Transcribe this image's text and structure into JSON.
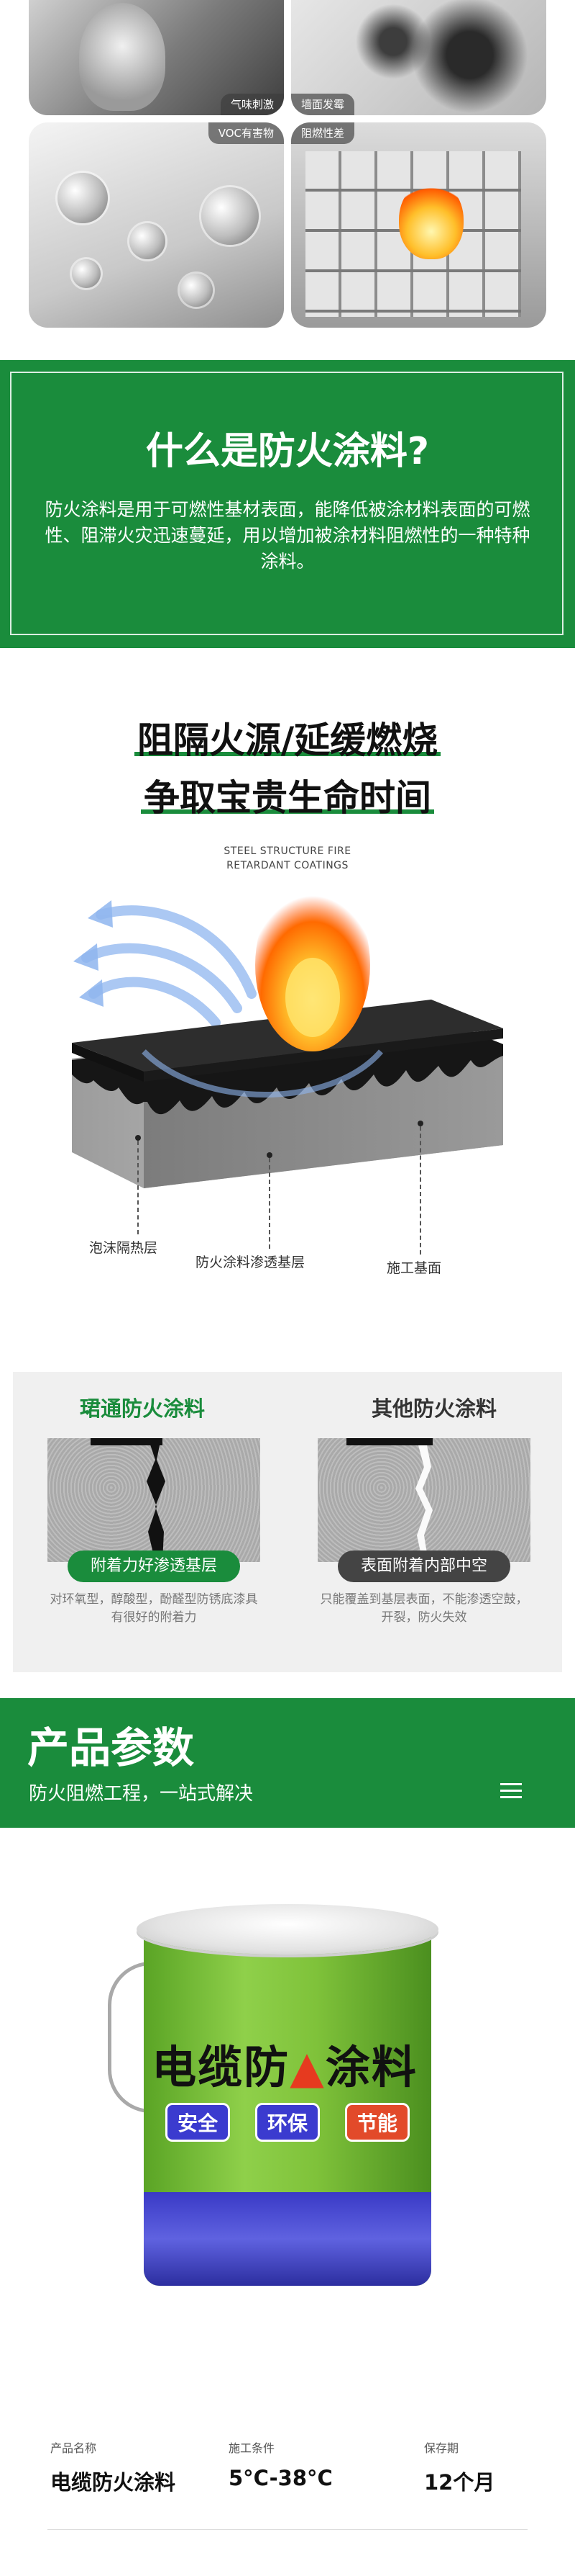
{
  "hazards": [
    {
      "label": "气味刺激"
    },
    {
      "label": "墙面发霉"
    },
    {
      "label": "VOC有害物"
    },
    {
      "label": "阻燃性差"
    }
  ],
  "intro": {
    "title": "什么是防火涂料?",
    "body": "防火涂料是用于可燃性基材表面，能降低被涂材料表面的可燃性、阻滞火灾迅速蔓延，用以增加被涂材料阻燃性的一种特种涂料。"
  },
  "diagram": {
    "headline_1": "阻隔火源/延缓燃烧",
    "headline_2": "争取宝贵生命时间",
    "caption_en_1": "STEEL STRUCTURE FIRE",
    "caption_en_2": "RETARDANT COATINGS",
    "layers": [
      "泡沫隔热层",
      "防火涂料渗透基层",
      "施工基面"
    ]
  },
  "comparison": {
    "ours": {
      "title": "珺通防火涂料",
      "badge": "附着力好渗透基层",
      "desc": "对环氧型，醇酸型，酚醛型防锈底漆具有很好的附着力"
    },
    "other": {
      "title": "其他防火涂料",
      "badge": "表面附着内部中空",
      "desc": "只能覆盖到基层表面，不能渗透空鼓，开裂，防火失效"
    }
  },
  "params": {
    "title": "产品参数",
    "subtitle": "防火阻燃工程，一站式解决",
    "menu_icon": "hamburger-menu-icon"
  },
  "product": {
    "brand": "电缆防火涂料",
    "brand_display": "电缆防",
    "brand_display_tail": "涂料",
    "tags": [
      "安全",
      "环保",
      "节能"
    ]
  },
  "specs": [
    {
      "key": "产品名称",
      "value": "电缆防火涂料"
    },
    {
      "key": "施工条件",
      "value": "5°C-38°C"
    },
    {
      "key": "保存期",
      "value": "12个月"
    }
  ],
  "colors": {
    "brand_green": "#1a8c3c",
    "dark_pill": "#444444",
    "bucket_blue": "#3b3bcf"
  }
}
